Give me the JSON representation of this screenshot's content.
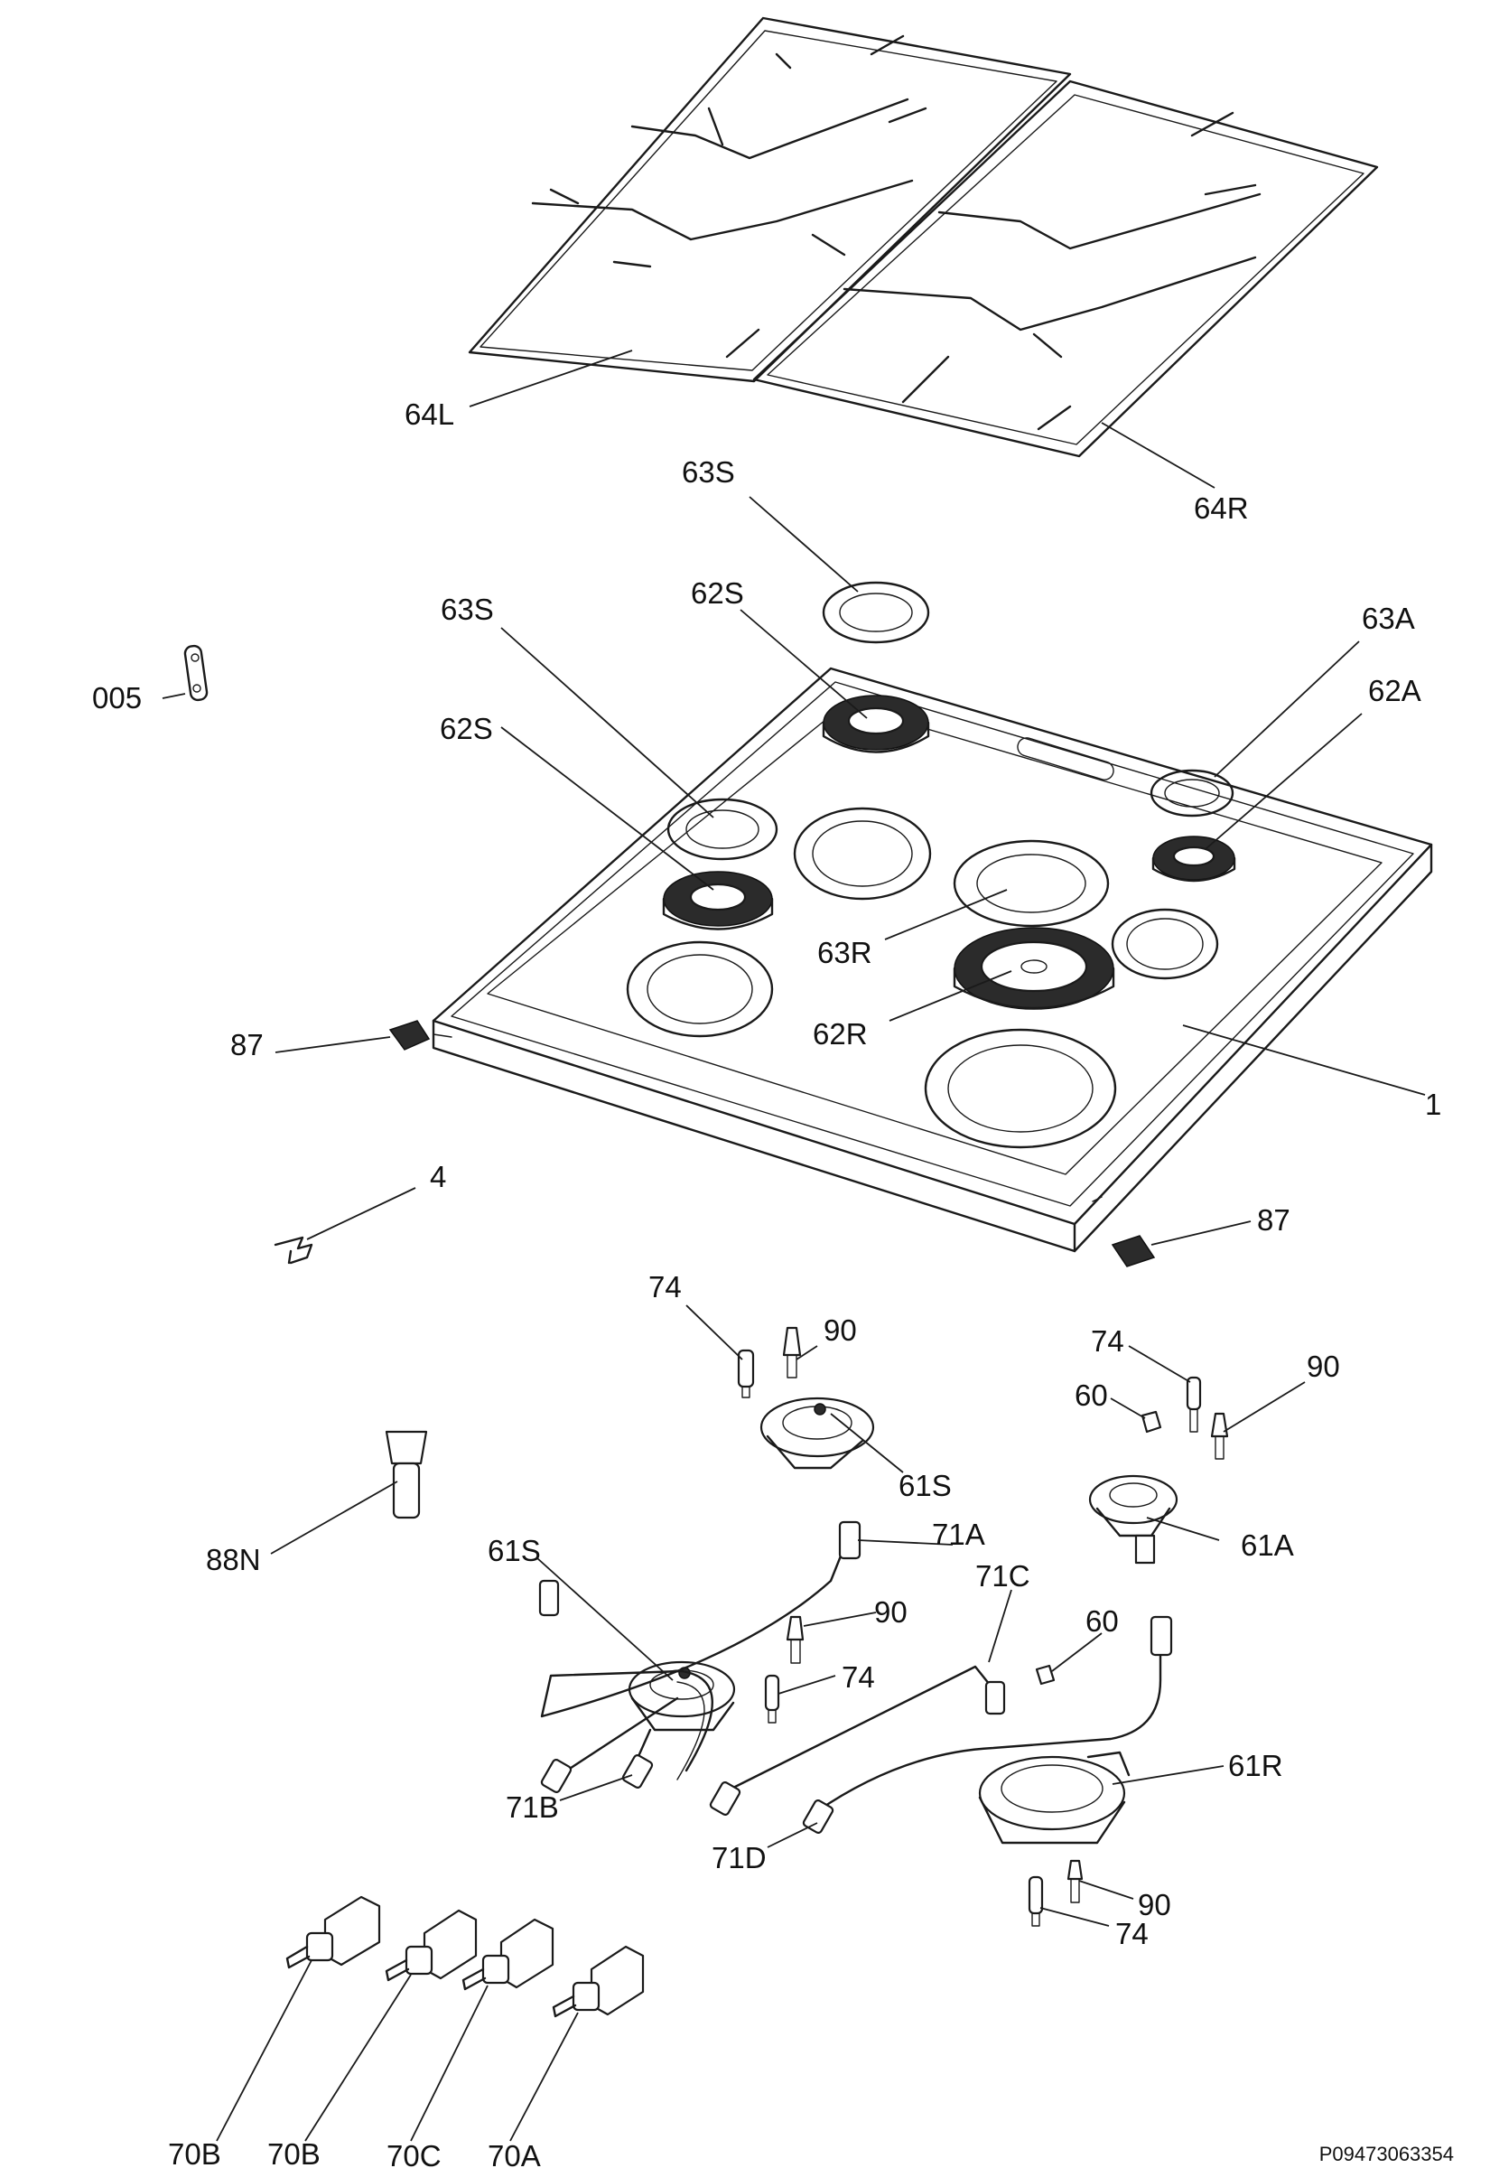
{
  "callouts": {
    "c64L": "64L",
    "c64R": "64R",
    "c63S_top": "63S",
    "c63S_left": "63S",
    "c62S_top": "62S",
    "c62S_left": "62S",
    "c63A": "63A",
    "c62A": "62A",
    "c005": "005",
    "c63R": "63R",
    "c62R": "62R",
    "c87_left": "87",
    "c87_right": "87",
    "c1": "1",
    "c4": "4",
    "c74_a": "74",
    "c90_a": "90",
    "c74_b": "74",
    "c90_b": "90",
    "c60_a": "60",
    "c61S_a": "61S",
    "c88N": "88N",
    "c61S_b": "61S",
    "c71A": "71A",
    "c71C": "71C",
    "c61A": "61A",
    "c90_c": "90",
    "c60_b": "60",
    "c74_c": "74",
    "c61R": "61R",
    "c71B": "71B",
    "c71D": "71D",
    "c90_d": "90",
    "c74_d": "74",
    "c70B_a": "70B",
    "c70B_b": "70B",
    "c70C": "70C",
    "c70A": "70A"
  },
  "reference_number": "P09473063354",
  "colors": {
    "ink": "#1a1a1a",
    "background": "#ffffff"
  }
}
